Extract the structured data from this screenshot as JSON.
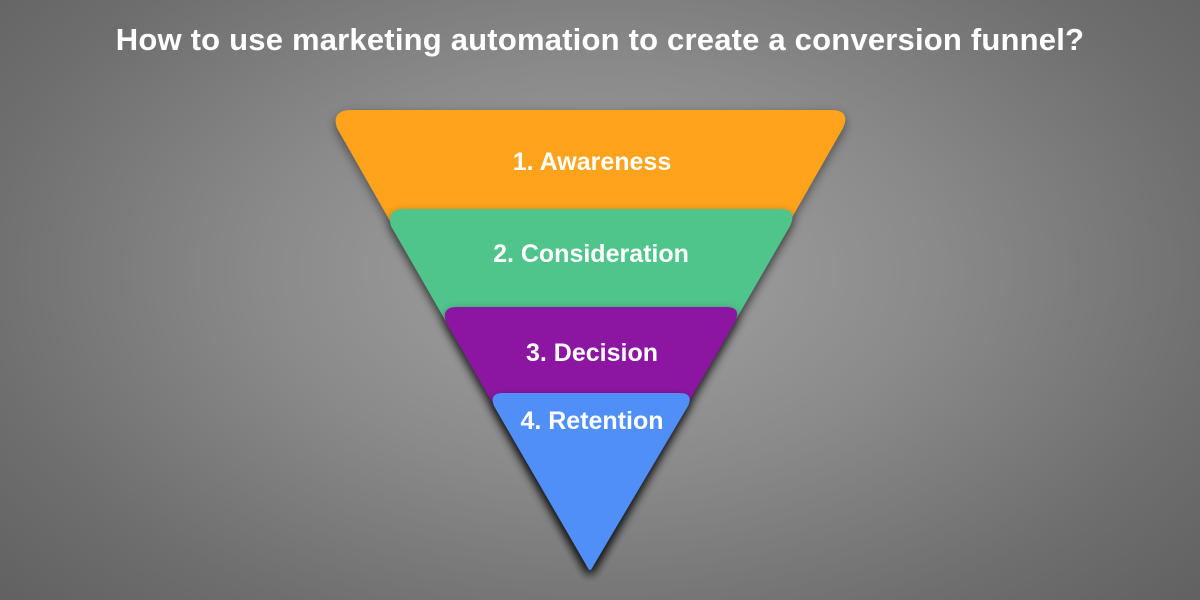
{
  "title": "How to use marketing automation to create a conversion funnel?",
  "stages": [
    {
      "label": "1. Awareness",
      "color": "#ffa31e"
    },
    {
      "label": "2. Consideration",
      "color": "#4fc48b"
    },
    {
      "label": "3. Decision",
      "color": "#8c12a2"
    },
    {
      "label": "4. Retention",
      "color": "#4f8ff7"
    }
  ]
}
